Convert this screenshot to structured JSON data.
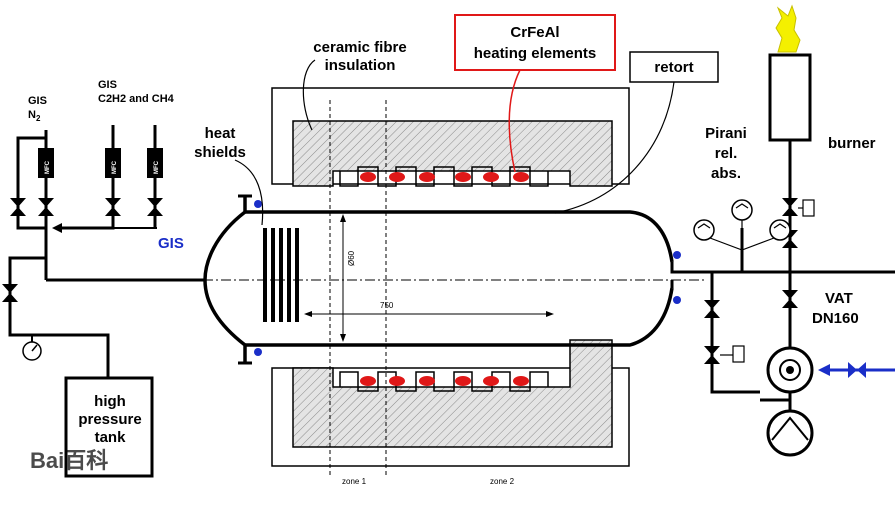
{
  "labels": {
    "ceramic_1": "ceramic fibre",
    "ceramic_2": "insulation",
    "heating_1": "CrFeAl",
    "heating_2": "heating elements",
    "retort": "retort",
    "heat_1": "heat",
    "heat_2": "shields",
    "gis_n2_1": "GIS",
    "gis_n2_2": "N",
    "gis_n2_sub": "2",
    "gis_c_1": "GIS",
    "gis_c_2": "C2H2 and CH4",
    "gis": "GIS",
    "pirani_1": "Pirani",
    "pirani_2": "rel.",
    "pirani_3": "abs.",
    "burner": "burner",
    "vat_1": "VAT",
    "vat_2": "DN160",
    "tank_1": "high",
    "tank_2": "pressure",
    "tank_3": "tank",
    "mfc": "MFC",
    "dim_diameter": "Ø60",
    "dim_length": "750",
    "zone_1": "zone 1",
    "zone_2": "zone 2",
    "watermark": "Bai百科"
  },
  "colors": {
    "line": "#000000",
    "heater_red": "#e01818",
    "highlight_border": "#e01818",
    "blue": "#1a2ec8",
    "hatch_bg": "#d6d6d6",
    "flame": "#f4f000"
  }
}
